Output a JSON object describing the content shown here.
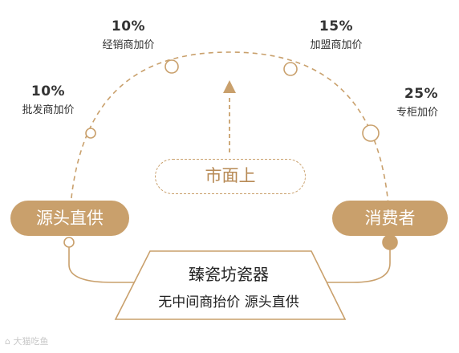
{
  "tiers": [
    {
      "percent": "10%",
      "label": "批发商加价"
    },
    {
      "percent": "10%",
      "label": "经销商加价"
    },
    {
      "percent": "15%",
      "label": "加盟商加价"
    },
    {
      "percent": "25%",
      "label": "专柜加价"
    }
  ],
  "left_pill": "源头直供",
  "right_pill": "消费者",
  "market_label": "市面上",
  "brand": {
    "title": "臻瓷坊瓷器",
    "subtitle": "无中间商抬价 源头直供"
  },
  "watermark": "大猫吃鱼",
  "colors": {
    "accent": "#c9a06c",
    "text": "#333333",
    "line": "#c9a06c"
  }
}
